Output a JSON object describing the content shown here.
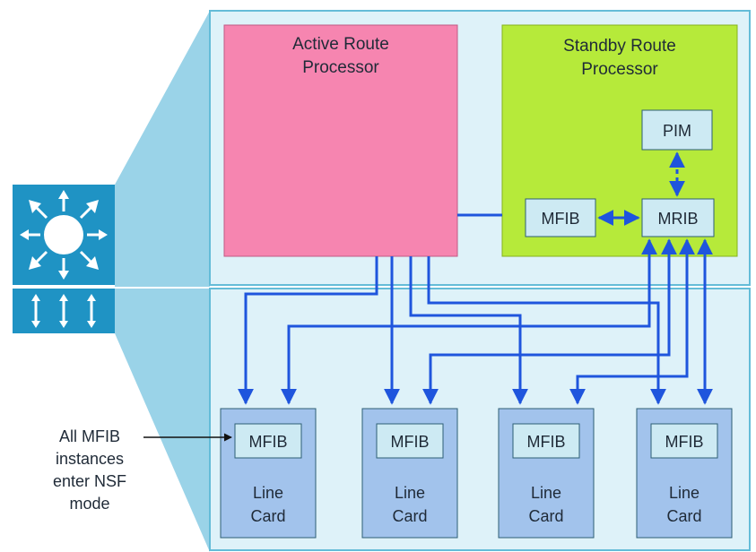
{
  "active_rp": {
    "line1": "Active Route",
    "line2": "Processor"
  },
  "standby_rp": {
    "line1": "Standby Route",
    "line2": "Processor"
  },
  "standby_modules": {
    "pim": "PIM",
    "mfib": "MFIB",
    "mrib": "MRIB"
  },
  "line_cards": [
    {
      "mfib": "MFIB",
      "line1": "Line",
      "line2": "Card"
    },
    {
      "mfib": "MFIB",
      "line1": "Line",
      "line2": "Card"
    },
    {
      "mfib": "MFIB",
      "line1": "Line",
      "line2": "Card"
    },
    {
      "mfib": "MFIB",
      "line1": "Line",
      "line2": "Card"
    }
  ],
  "annotation": {
    "line1": "All MFIB",
    "line2": "instances",
    "line3": "enter NSF",
    "line4": "mode"
  },
  "icons": {
    "router": "router-icon",
    "switch": "switch-icon"
  },
  "colors": {
    "chassis_fill": "#def2f9",
    "chassis_stroke": "#64bcd8",
    "active_rp": "#f685b0",
    "standby_rp": "#b6ea3a",
    "module": "#cdeaf3",
    "line_card": "#a2c3ec",
    "arrow": "#1f55dd"
  }
}
